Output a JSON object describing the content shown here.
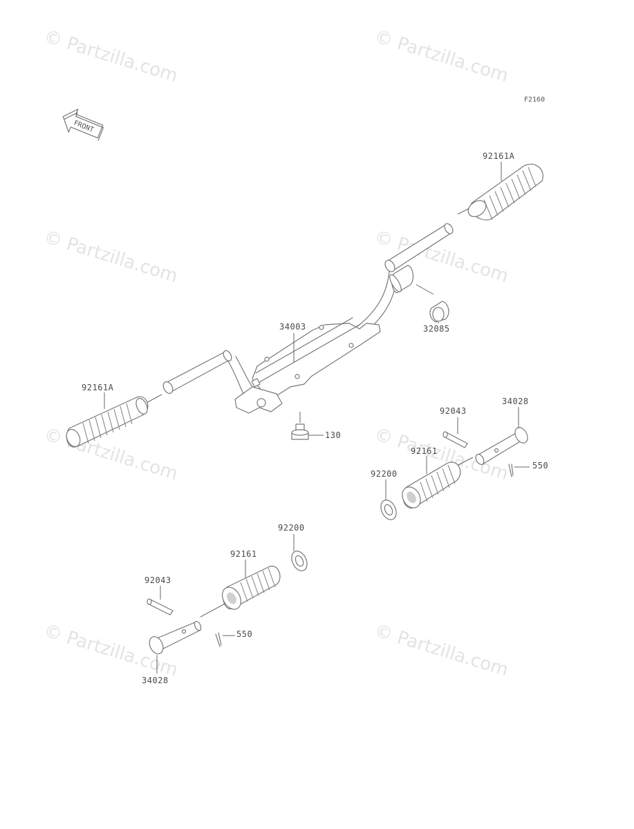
{
  "figure_code": "F2160",
  "front_indicator": "FRONT",
  "watermark": "© Partzilla.com",
  "callouts": {
    "grip_right": "92161A",
    "grip_left": "92161A",
    "footrest_bracket": "34003",
    "cap_nut": "32085",
    "bolt": "130",
    "pin_right_upper": "92043",
    "clevis_pin_right": "34028",
    "cotter_pin_right": "550",
    "footpeg_rubber_right": "92161",
    "washer_right": "92200",
    "washer_left": "92200",
    "footpeg_rubber_left": "92161",
    "pin_left_upper": "92043",
    "cotter_pin_left": "550",
    "clevis_pin_left": "34028"
  }
}
